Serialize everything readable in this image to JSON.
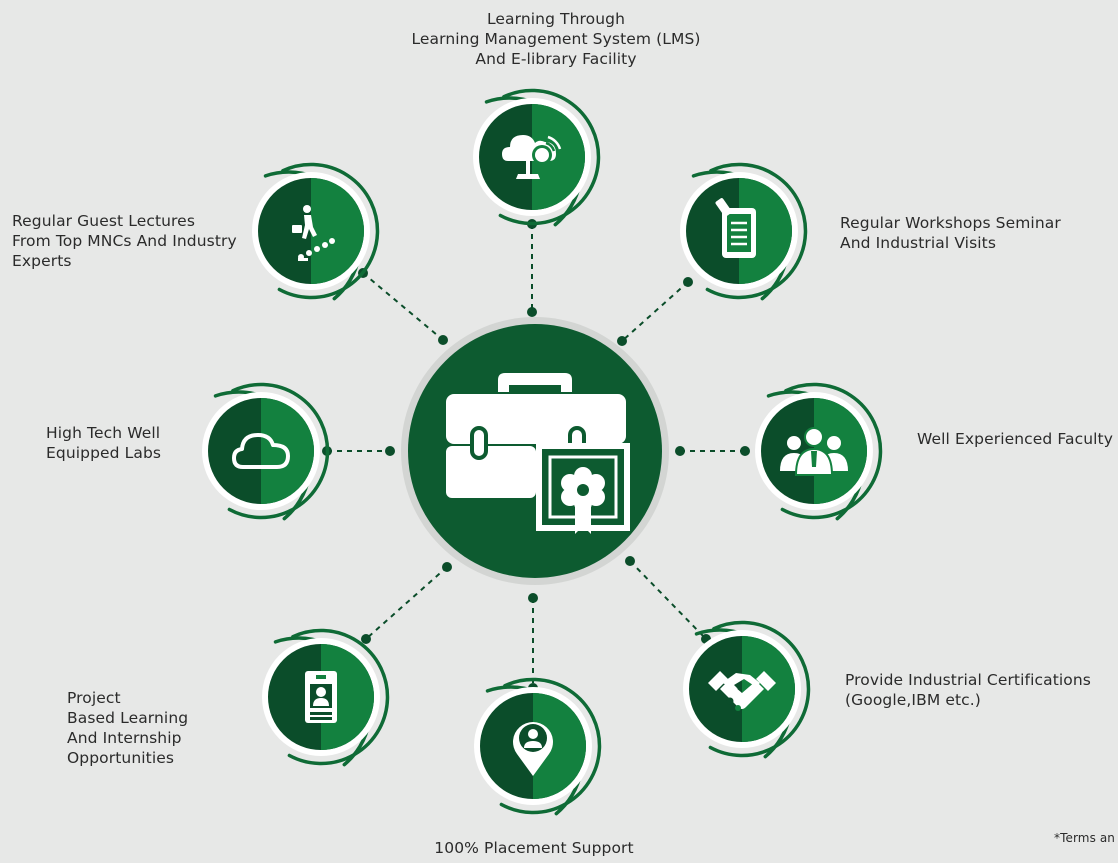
{
  "colors": {
    "background": "#e7e8e7",
    "dark_green": "#0b4d2a",
    "mid_green": "#0f6b36",
    "light_green": "#13813f",
    "text": "#2b2b2b"
  },
  "center": {
    "icon": "briefcase-certificate-icon"
  },
  "features": [
    {
      "id": "lms",
      "icon": "cloud-satellite-icon",
      "lines": [
        "Learning Through",
        "Learning Management System (LMS)",
        "And E-library Facility"
      ]
    },
    {
      "id": "workshops",
      "icon": "clipboard-document-icon",
      "lines": [
        "Regular Workshops Seminar",
        "And Industrial Visits"
      ]
    },
    {
      "id": "faculty",
      "icon": "team-people-icon",
      "lines": [
        "Well Experienced Faculty"
      ]
    },
    {
      "id": "certifications",
      "icon": "handshake-icon",
      "lines": [
        "Provide Industrial Certifications",
        "(Google,IBM etc.)"
      ]
    },
    {
      "id": "placement",
      "icon": "location-person-icon",
      "lines": [
        "100% Placement Support"
      ]
    },
    {
      "id": "projects",
      "icon": "id-badge-icon",
      "lines": [
        "Project",
        "Based Learning",
        "And Internship",
        "Opportunities"
      ]
    },
    {
      "id": "labs",
      "icon": "cloud-icon",
      "lines": [
        "High Tech Well",
        "Equipped Labs"
      ]
    },
    {
      "id": "lectures",
      "icon": "stairs-climbing-icon",
      "lines": [
        "Regular Guest Lectures",
        "From Top MNCs And Industry",
        "Experts"
      ]
    }
  ],
  "footer_note": "*Terms an"
}
